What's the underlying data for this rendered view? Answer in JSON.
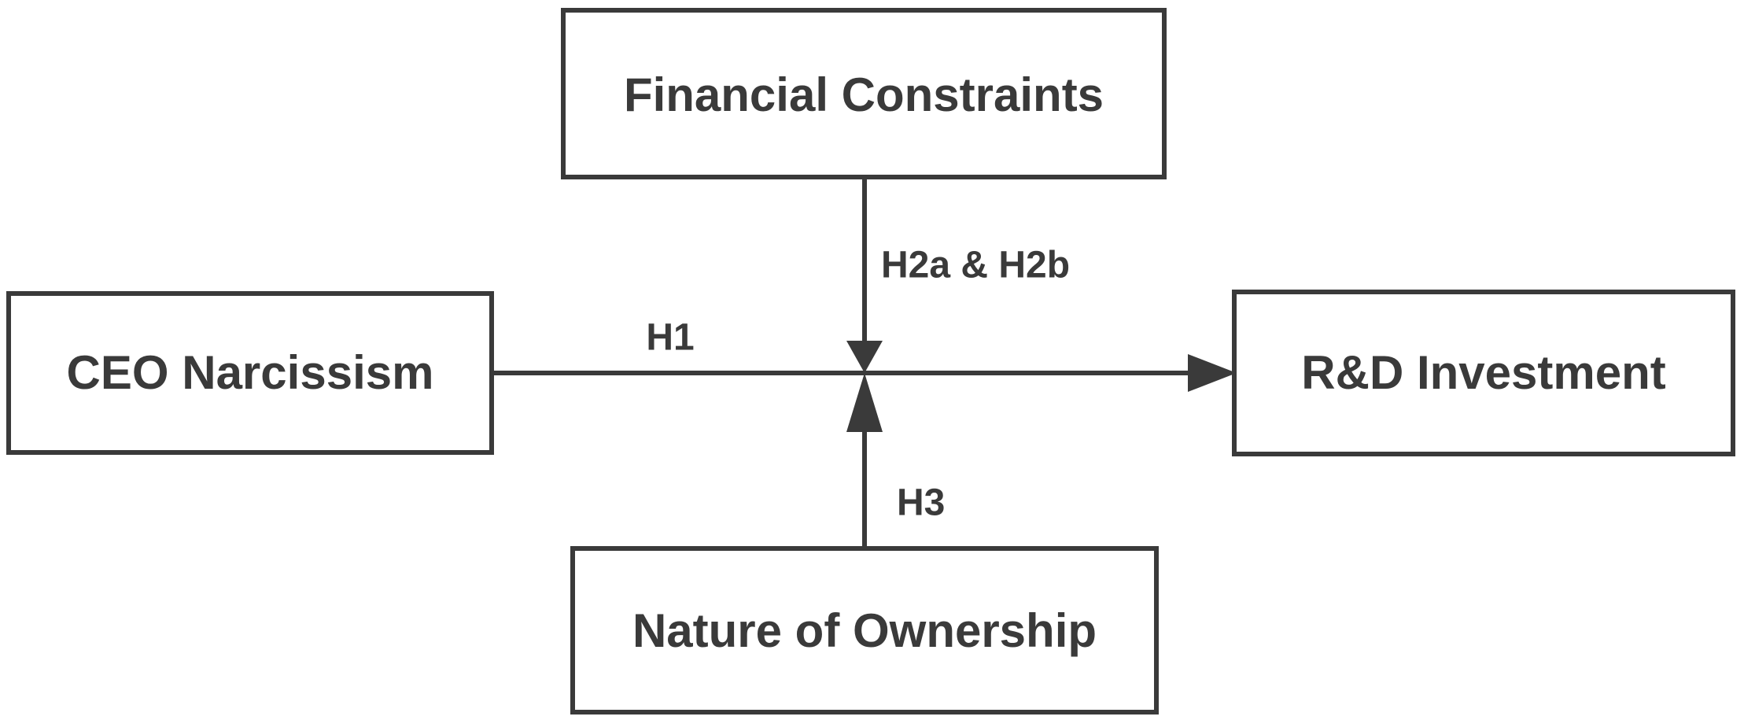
{
  "nodes": {
    "financial_constraints": "Financial Constraints",
    "ceo_narcissism": "CEO Narcissism",
    "rd_investment": "R&D Investment",
    "nature_of_ownership": "Nature of Ownership"
  },
  "edges": {
    "h1": "H1",
    "h2": "H2a & H2b",
    "h3": "H3"
  },
  "colors": {
    "stroke": "#3a3a3a",
    "background": "#ffffff"
  }
}
